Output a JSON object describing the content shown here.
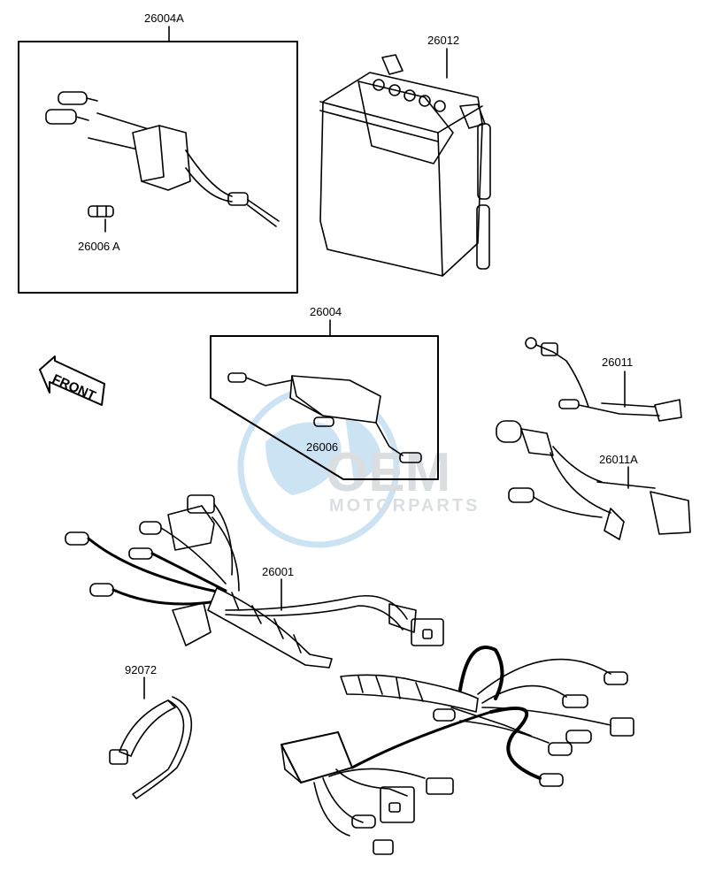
{
  "parts": {
    "p26004A": "26004A",
    "p26006A": "26006 A",
    "p26012": "26012",
    "p26004": "26004",
    "p26006": "26006",
    "p26011": "26011",
    "p26011A": "26011A",
    "p26001": "26001",
    "p92072": "92072"
  },
  "front_arrow": {
    "label": "FRONT"
  },
  "watermark": {
    "brand": "OEM",
    "sub": "MOTORPARTS",
    "color": "#6fb0e0"
  },
  "colors": {
    "line": "#000000",
    "background": "#ffffff"
  }
}
